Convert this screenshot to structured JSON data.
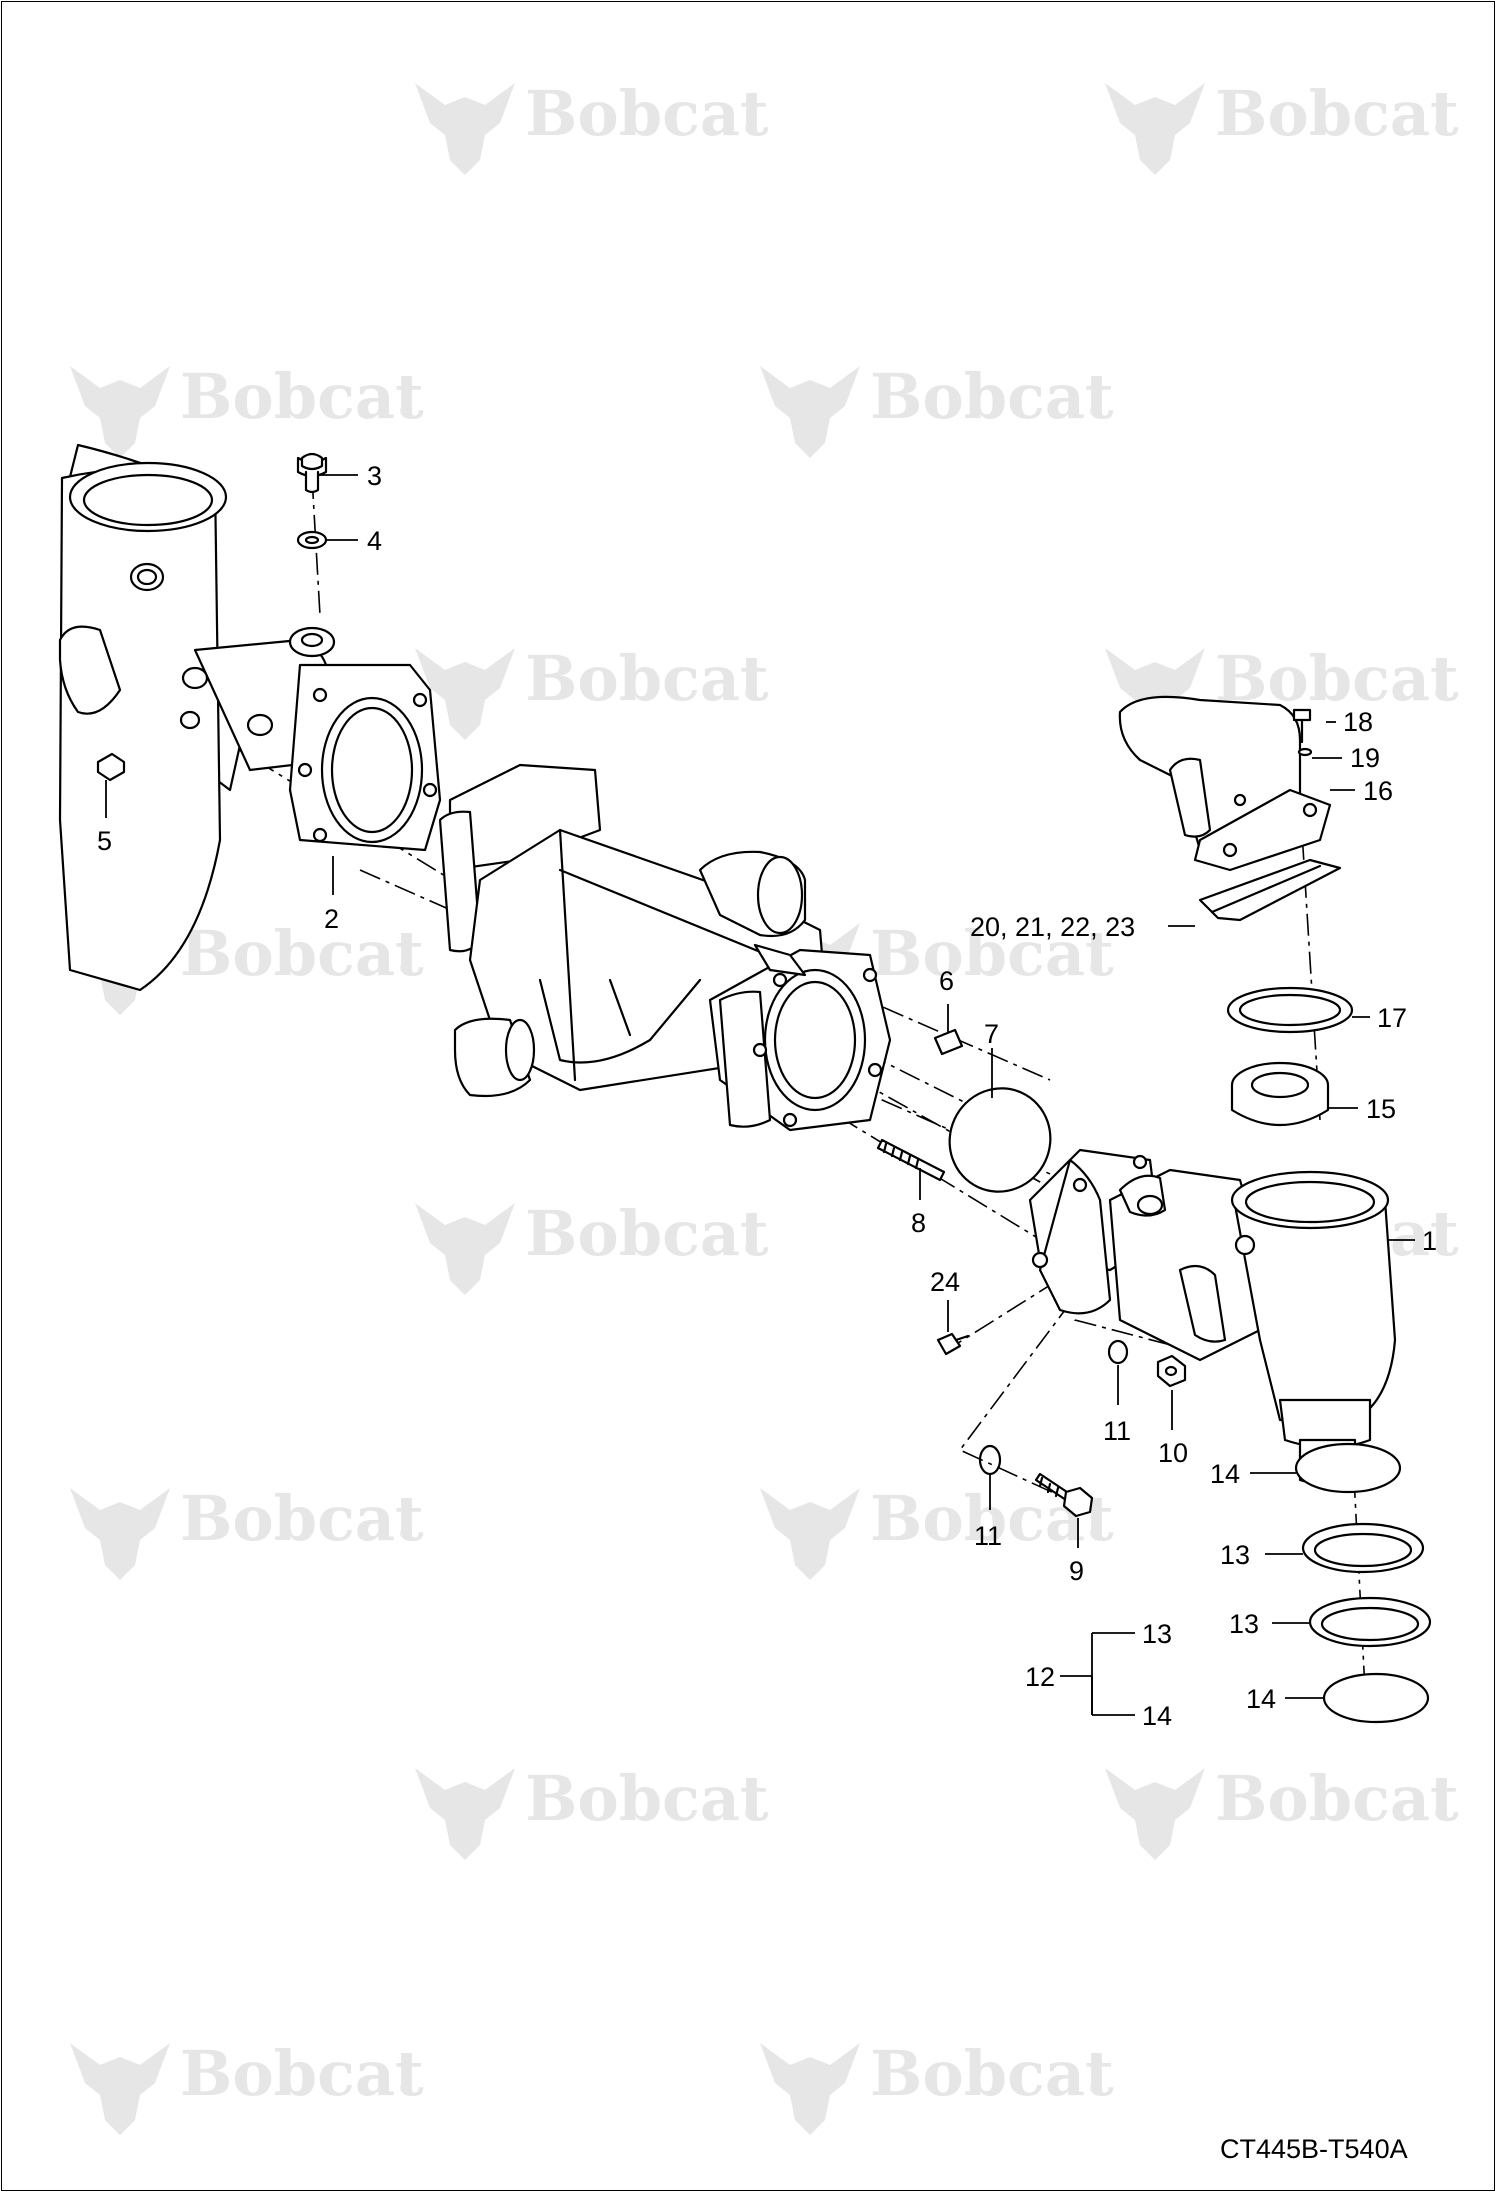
{
  "watermark": {
    "brand": "Bobcat",
    "registered_mark": "®"
  },
  "callouts": {
    "c1": "1",
    "c2": "2",
    "c3": "3",
    "c4": "4",
    "c5": "5",
    "c6": "6",
    "c7": "7",
    "c8": "8",
    "c9": "9",
    "c10": "10",
    "c11a": "11",
    "c11b": "11",
    "c12": "12",
    "c12_13": "13",
    "c12_14": "14",
    "c13a": "13",
    "c13b": "13",
    "c14a": "14",
    "c14b": "14",
    "c15": "15",
    "c16": "16",
    "c17": "17",
    "c18": "18",
    "c19": "19",
    "c20_23": "20, 21, 22, 23",
    "c24": "24"
  },
  "drawing_code": "CT445B-T540A"
}
